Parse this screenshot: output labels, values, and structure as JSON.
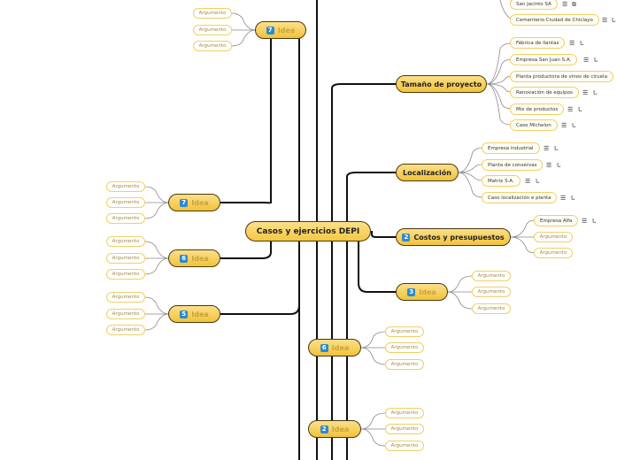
{
  "central": {
    "label": "Casos y ejercicios DEPI"
  },
  "branches": {
    "tamano": {
      "label": "Tamaño de proyecto"
    },
    "localizacion": {
      "label": "Localización"
    },
    "costos": {
      "label": "Costos y presupuestos",
      "badge": "2"
    },
    "idea_right_3": {
      "label": "Idea",
      "badge": "3"
    },
    "idea_bottom_6": {
      "label": "Idea",
      "badge": "6"
    },
    "idea_bottom_2": {
      "label": "Idea",
      "badge": "2"
    },
    "idea_top_7": {
      "label": "Idea",
      "badge": "7"
    },
    "idea_left_7": {
      "label": "Idea",
      "badge": "7"
    },
    "idea_left_6": {
      "label": "Idea",
      "badge": "6"
    },
    "idea_left_5": {
      "label": "Idea",
      "badge": "5"
    }
  },
  "top_items": [
    "San Jacinto SA",
    "Cementerio Ciudad de Chiclayo"
  ],
  "tamano_items": [
    "Fábrica de llantas",
    "Empresa San Juan S.A.",
    "Planta productora de vinos de ciruela",
    "Renovación de equipos",
    "Mix de productos",
    "Caso Michelon"
  ],
  "localizacion_items": [
    "Empresa industrial",
    "Planta de conservas",
    "Matrix S.A.",
    "Caso localización e planta"
  ],
  "costos_items": [
    "Empresa Alfa"
  ],
  "argument_label": "Argumento",
  "colors": {
    "line": "#111111",
    "node_fill": "#f5c842",
    "badge": "#2a8ad4",
    "sub_border": "#f1cf62"
  }
}
